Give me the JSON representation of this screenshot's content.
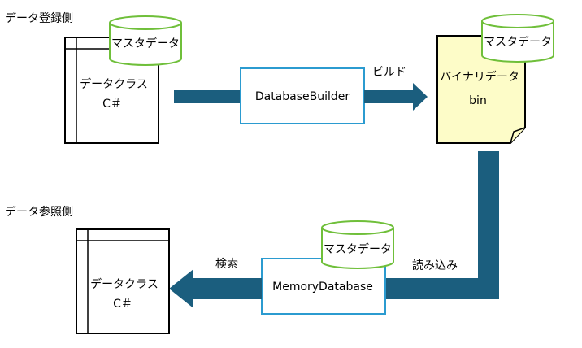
{
  "sections": {
    "registration": "データ登録側",
    "reference": "データ参照側"
  },
  "top": {
    "class_box": {
      "line1": "データクラス",
      "line2": "C＃",
      "db_label": "マスタデータ"
    },
    "builder": "DatabaseBuilder",
    "build_label": "ビルド",
    "binary_file": {
      "line1": "バイナリデータ",
      "line2": "bin",
      "db_label": "マスタデータ"
    }
  },
  "bottom": {
    "load_label": "読み込み",
    "memory_db": "MemoryDatabase",
    "memory_db_label": "マスタデータ",
    "search_label": "検索",
    "class_box": {
      "line1": "データクラス",
      "line2": "C＃"
    }
  },
  "colors": {
    "arrow": "#1b5e7e",
    "box_border": "#2b9bd0",
    "cylinder": "#6fbf3a",
    "file_fill": "#fdfcc8"
  }
}
